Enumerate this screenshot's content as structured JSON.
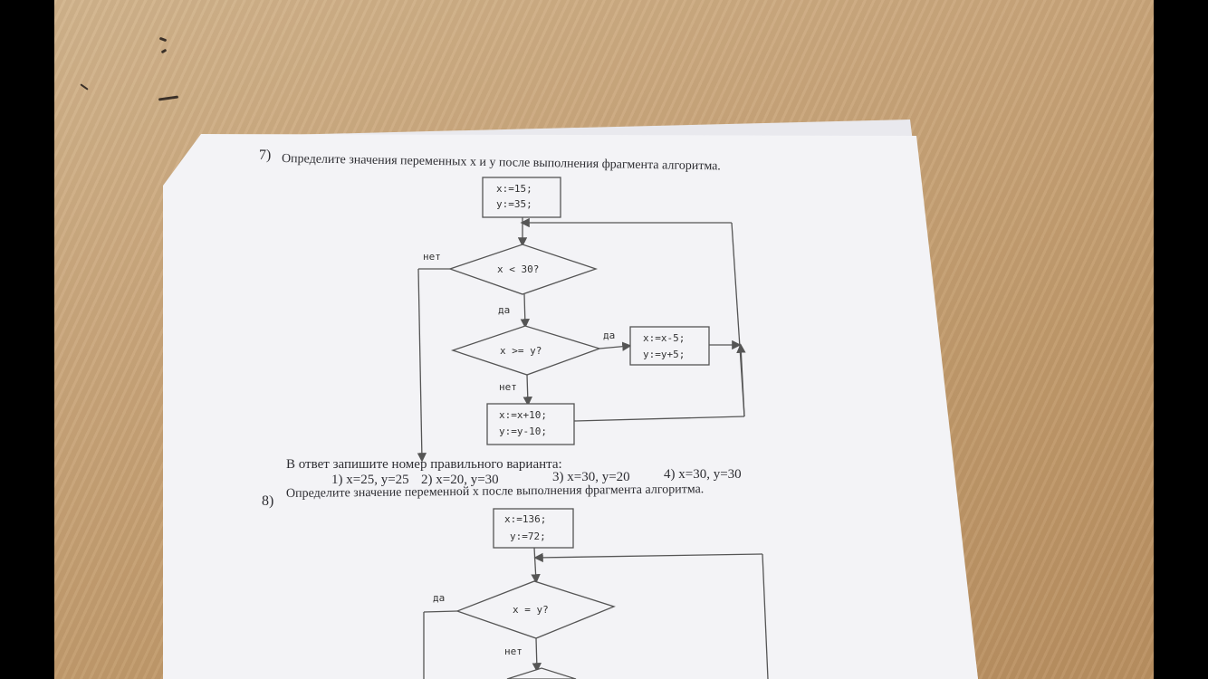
{
  "question7": {
    "number": "7)",
    "text": "Определите значения переменных x и y после выполнения фрагмента алгоритма.",
    "init_x": "x:=15;",
    "init_y": "y:=35;",
    "cond1": "x < 30?",
    "cond1_no": "нет",
    "cond1_yes": "да",
    "cond2": "x >= y?",
    "cond2_yes": "да",
    "cond2_no": "нет",
    "yes_x": "x:=x-5;",
    "yes_y": "y:=y+5;",
    "no_x": "x:=x+10;",
    "no_y": "y:=y-10;",
    "answer_prompt": "В ответ запишите номер правильного варианта:",
    "options": [
      "1) x=25, y=25",
      "2) x=20, y=30",
      "3) x=30, y=20",
      "4) x=30, y=30"
    ]
  },
  "question8": {
    "number": "8)",
    "text": "Определите значение переменной x после выполнения фрагмента алгоритма.",
    "init_x": "x:=136;",
    "init_y": "y:=72;",
    "cond1": "x = y?",
    "cond1_yes": "да",
    "cond1_no": "нет"
  },
  "colors": {
    "table": "#c9a57a",
    "paper": "#f3f3f6",
    "ink": "#2e2e33"
  }
}
